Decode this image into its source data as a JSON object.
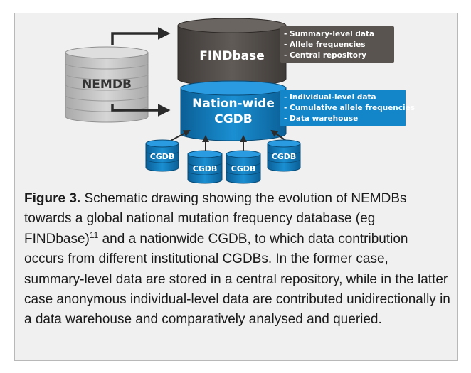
{
  "diagram": {
    "nemdb_label": "NEMDB",
    "findbase_label": "FINDbase",
    "national_label_line1": "Nation-wide",
    "national_label_line2": "CGDB",
    "cgdb_label": "CGDB",
    "findbase_notes": [
      "- Summary-level data",
      "- Allele frequencies",
      "- Central repository"
    ],
    "national_notes": [
      "- Individual-level data",
      "- Cumulative allele frequencies",
      "- Data warehouse"
    ],
    "colors": {
      "nemdb_body": "#c9c9c9",
      "findbase_body": "#595450",
      "national_body": "#1386c9",
      "note_findbase_bg": "#595450",
      "note_national_bg": "#1386c9",
      "arrow": "#2b2b2b"
    }
  },
  "caption": {
    "label": "Figure 3.",
    "text_part1": " Schematic drawing showing the evolution of NEMDBs towards a global national mutation frequency database (eg FINDbase)",
    "reference": "11",
    "text_part2": " and a nationwide CGDB, to which data contribution occurs from different institutional CGDBs. In the former case, summary-level data are stored in a central repository, while in the latter case anonymous individual-level data are contributed unidirectionally in a data warehouse and comparatively analysed and queried."
  }
}
